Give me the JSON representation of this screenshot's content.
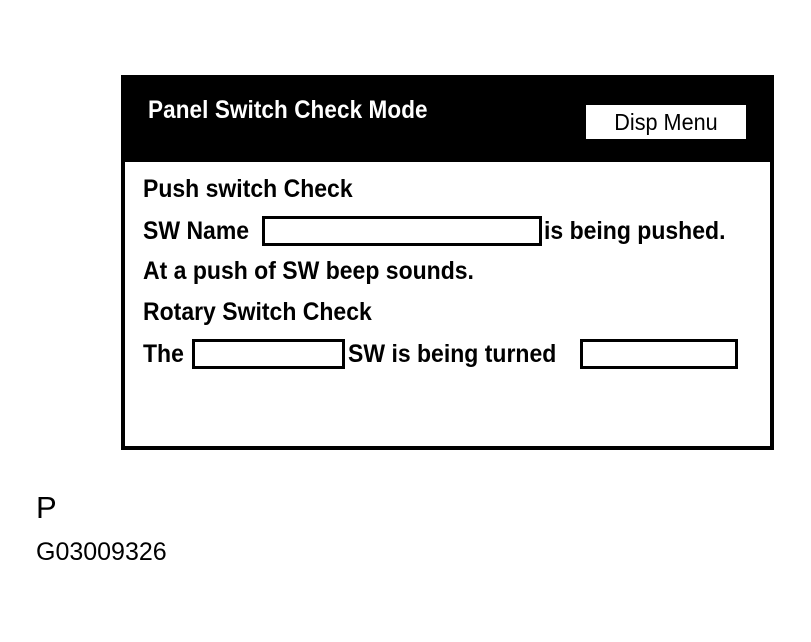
{
  "panel": {
    "header": {
      "title": "Panel Switch Check Mode",
      "disp_menu_label": "Disp Menu"
    },
    "body": {
      "push_check_heading": "Push switch Check",
      "sw_name_label": "SW Name",
      "sw_name_value": "",
      "is_being_pushed_text": "is being pushed.",
      "beep_text": "At a push of SW beep sounds.",
      "rotary_check_heading": "Rotary Switch Check",
      "the_label": "The",
      "rotary_name_value": "",
      "sw_is_being_turned_text": "SW is being turned",
      "rotary_direction_value": ""
    }
  },
  "caption": {
    "letter": "P",
    "code": "G03009326"
  },
  "colors": {
    "header_background": "#000000",
    "header_text": "#ffffff",
    "panel_background": "#ffffff",
    "panel_border": "#000000",
    "body_text": "#000000",
    "page_background": "#ffffff"
  }
}
